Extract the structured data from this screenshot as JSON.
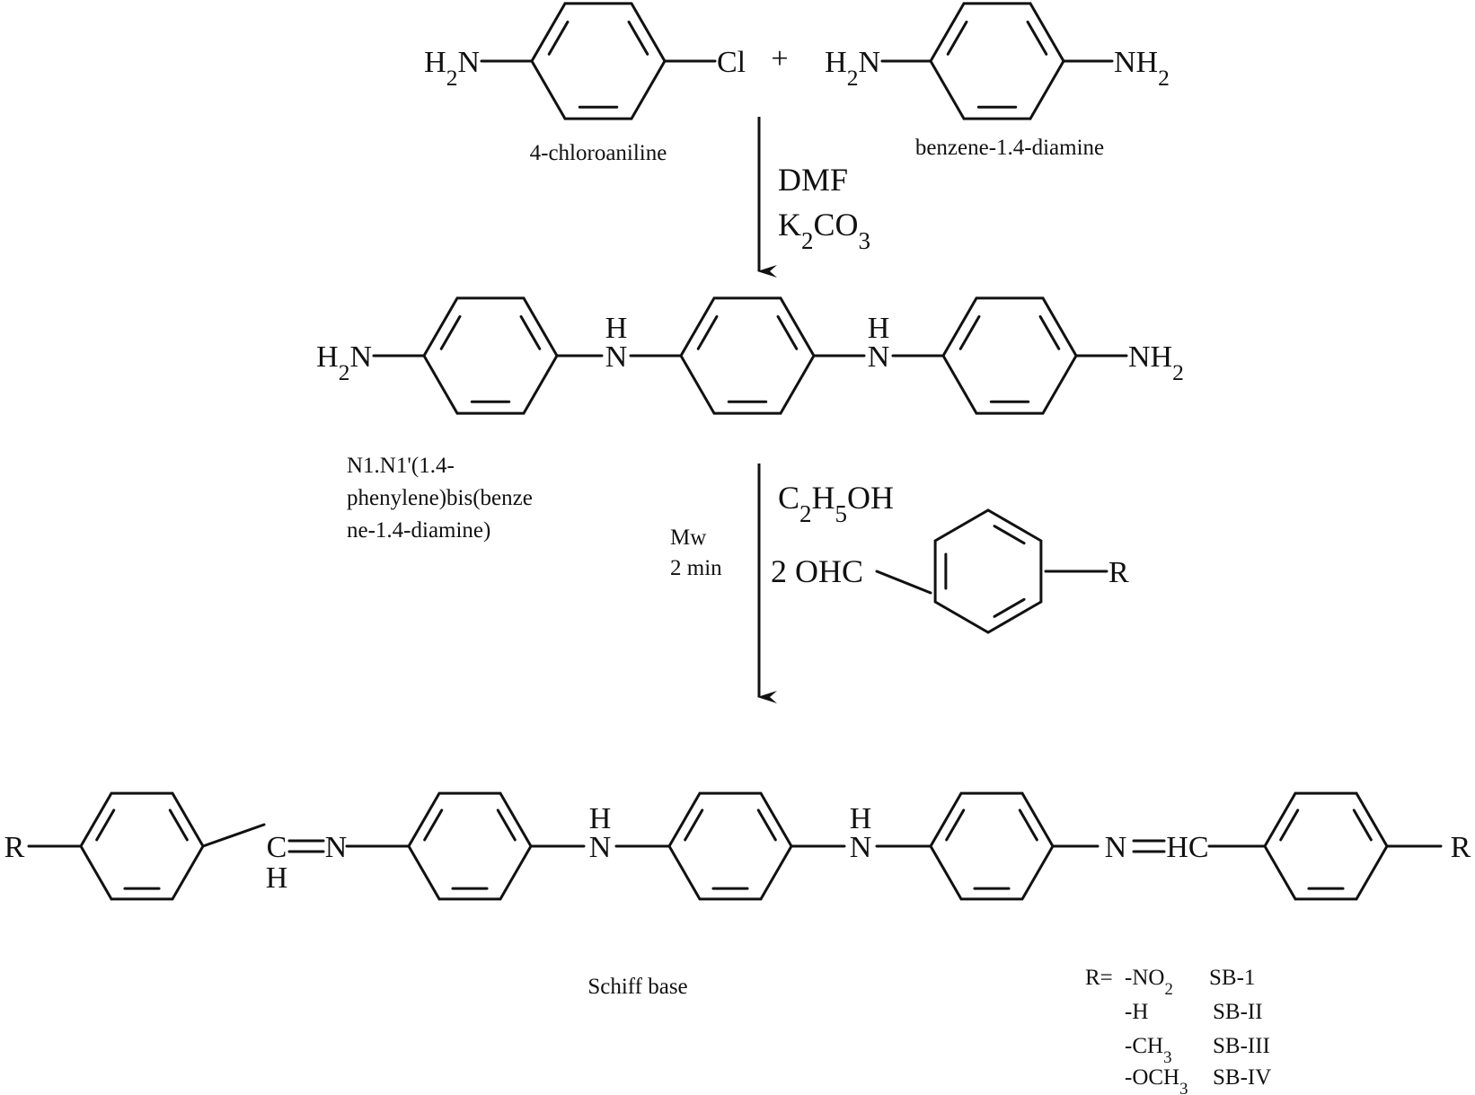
{
  "reactants": {
    "chloroaniline": {
      "left": "H2N",
      "right": "Cl",
      "name": "4-chloroaniline"
    },
    "plus": "+",
    "diamine": {
      "left": "H2N",
      "right": "NH2",
      "name": "benzene-1.4-diamine"
    }
  },
  "step1": {
    "solvent": "DMF",
    "base": "K2CO3"
  },
  "intermediate": {
    "left": "H2N",
    "nh": "N",
    "h": "H",
    "right": "NH2",
    "name_lines": [
      "N1.N1'(1.4-",
      "phenylene)bis(benze",
      "ne-1.4-diamine)"
    ]
  },
  "step2": {
    "solvent": "C2H5OH",
    "reagent_prefix": "2 OHC",
    "reagent_r": "R",
    "mw": "Mw",
    "time": "2 min"
  },
  "product": {
    "r": "R",
    "imine_left": "C",
    "imine_left_h": "H",
    "n": "N",
    "nh": "N",
    "h": "H",
    "imine_right": "N",
    "hc": "HC",
    "name": "Schiff base"
  },
  "r_groups": {
    "prefix": "R=",
    "rows": [
      {
        "group": "-NO2",
        "code": "SB-1"
      },
      {
        "group": "-H",
        "code": "SB-II"
      },
      {
        "group": "-CH3",
        "code": "SB-III"
      },
      {
        "group": "-OCH3",
        "code": "SB-IV"
      }
    ]
  },
  "colors": {
    "ink": "#111111",
    "background": "#ffffff"
  }
}
